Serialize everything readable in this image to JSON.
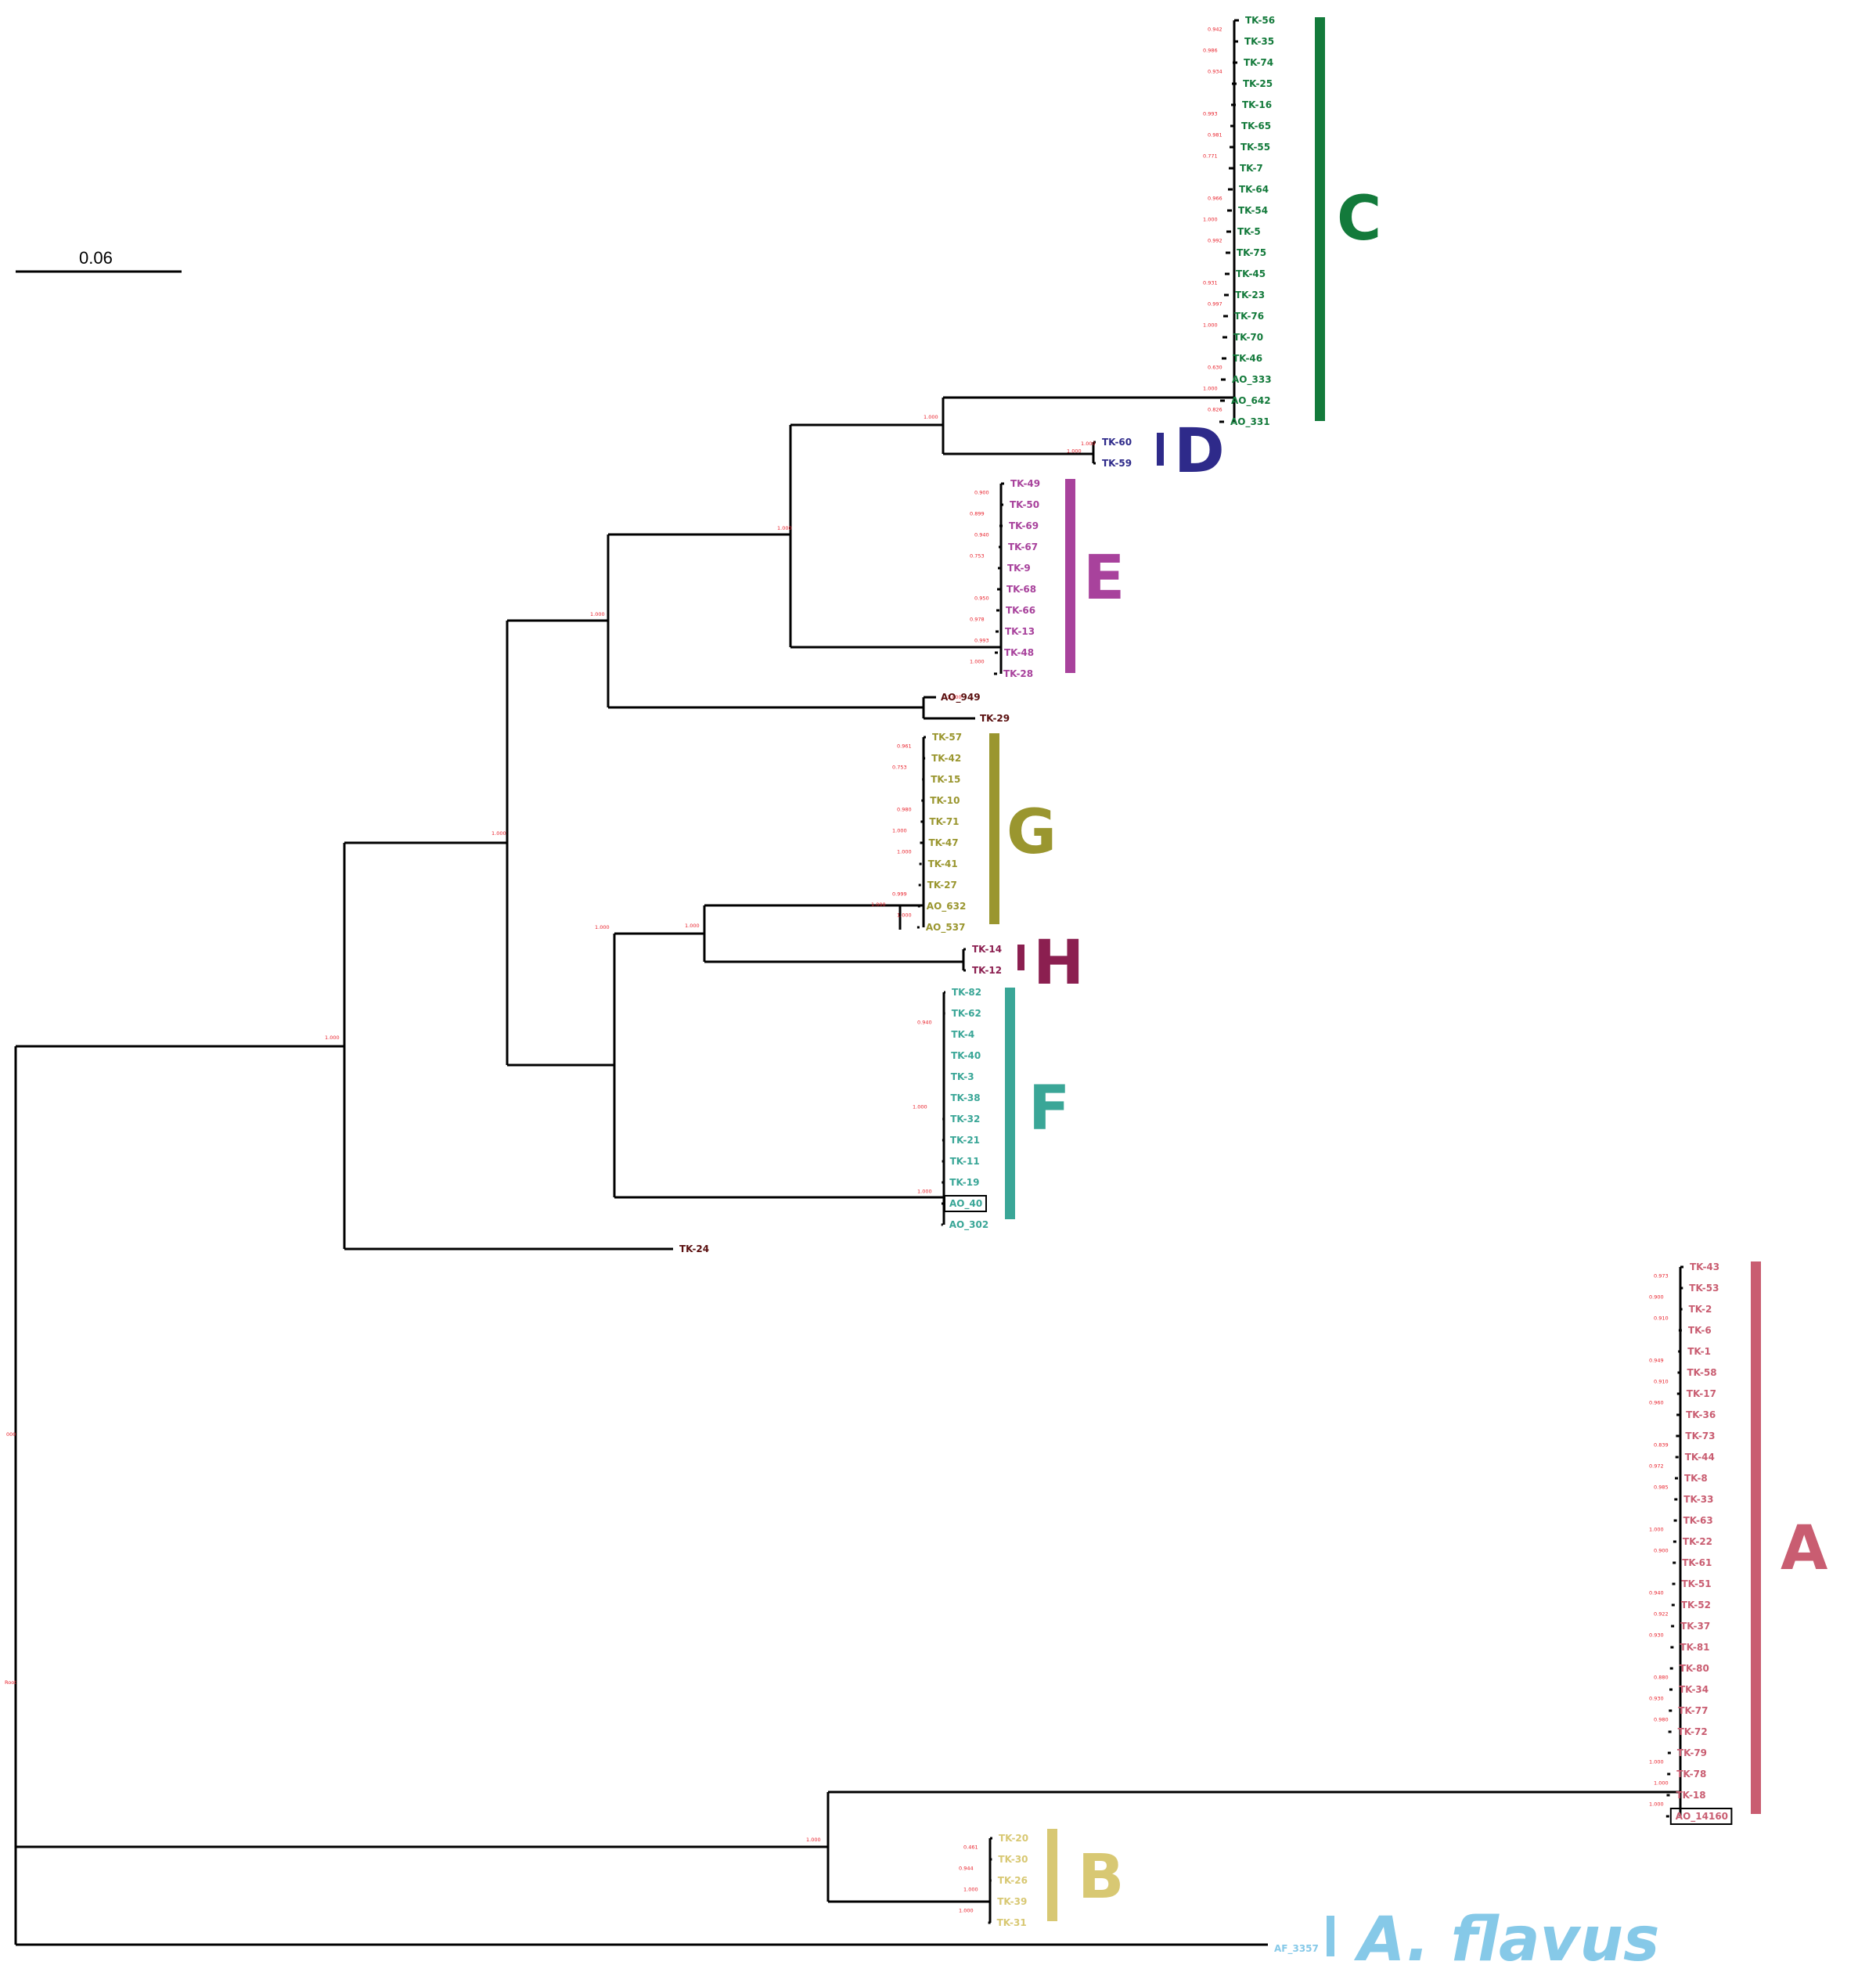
{
  "scale_bar": {
    "label": "0.06"
  },
  "colors": {
    "C": "#137a3b",
    "D": "#2e2a8a",
    "E": "#a8429c",
    "G": "#9a962f",
    "H": "#8b1f50",
    "F": "#3aa697",
    "A": "#c95d71",
    "B": "#d8c873",
    "flavus": "#86c9e8",
    "outlier": "#5a0f0f",
    "support": "#e8202a"
  },
  "clades": [
    {
      "id": "C",
      "label": "C",
      "color": "#137a3b",
      "tips": [
        "TK-56",
        "TK-35",
        "TK-74",
        "TK-25",
        "TK-16",
        "TK-65",
        "TK-55",
        "TK-7",
        "TK-64",
        "TK-54",
        "TK-5",
        "TK-75",
        "TK-45",
        "TK-23",
        "TK-76",
        "TK-70",
        "TK-46",
        "AO_333",
        "AO_642",
        "AO_331"
      ]
    },
    {
      "id": "D",
      "label": "D",
      "color": "#2e2a8a",
      "tips": [
        "TK-60",
        "TK-59"
      ]
    },
    {
      "id": "E",
      "label": "E",
      "color": "#a8429c",
      "tips": [
        "TK-49",
        "TK-50",
        "TK-69",
        "TK-67",
        "TK-9",
        "TK-68",
        "TK-66",
        "TK-13",
        "TK-48",
        "TK-28"
      ]
    },
    {
      "id": "G",
      "label": "G",
      "color": "#9a962f",
      "tips": [
        "TK-57",
        "TK-42",
        "TK-15",
        "TK-10",
        "TK-71",
        "TK-47",
        "TK-41",
        "TK-27",
        "AO_632",
        "AO_537"
      ]
    },
    {
      "id": "H",
      "label": "H",
      "color": "#8b1f50",
      "tips": [
        "TK-14",
        "TK-12"
      ]
    },
    {
      "id": "F",
      "label": "F",
      "color": "#3aa697",
      "tips": [
        "TK-82",
        "TK-62",
        "TK-4",
        "TK-40",
        "TK-3",
        "TK-38",
        "TK-32",
        "TK-21",
        "TK-11",
        "TK-19",
        "AO_40",
        "AO_302"
      ]
    },
    {
      "id": "A",
      "label": "A",
      "color": "#c95d71",
      "tips": [
        "TK-43",
        "TK-53",
        "TK-2",
        "TK-6",
        "TK-1",
        "TK-58",
        "TK-17",
        "TK-36",
        "TK-73",
        "TK-44",
        "TK-8",
        "TK-33",
        "TK-63",
        "TK-22",
        "TK-61",
        "TK-51",
        "TK-52",
        "TK-37",
        "TK-81",
        "TK-80",
        "TK-34",
        "TK-77",
        "TK-72",
        "TK-79",
        "TK-78",
        "TK-18",
        "AO_14160"
      ]
    },
    {
      "id": "B",
      "label": "B",
      "color": "#d8c873",
      "tips": [
        "TK-20",
        "TK-30",
        "TK-26",
        "TK-39",
        "TK-31"
      ]
    },
    {
      "id": "flavus",
      "label": "A. flavus",
      "color": "#86c9e8",
      "tips": [
        "AF_3357"
      ]
    }
  ],
  "ungrouped_tips": [
    "AO_949",
    "TK-29",
    "TK-24"
  ],
  "boxed_tips": [
    "AO_40",
    "AO_14160"
  ],
  "support_values": {
    "C": [
      "0.942",
      "0.986",
      "0.934",
      "0.993",
      "0.981",
      "0.771",
      "0.966",
      "1.000",
      "0.992",
      "0.931",
      "0.997",
      "1.000",
      "0.630",
      "1.000",
      "0.826"
    ],
    "D": [
      "1.000"
    ],
    "E": [
      "0.900",
      "0.899",
      "0.940",
      "0.753",
      "0.950",
      "0.978",
      "0.993",
      "1.000"
    ],
    "G": [
      "0.961",
      "0.753",
      "0.980",
      "1.000",
      "1.000",
      "0.999",
      "1.000"
    ],
    "F": [
      "0.940",
      "1.000",
      "1.000"
    ],
    "A": [
      "0.973",
      "0.900",
      "0.910",
      "0.949",
      "0.910",
      "0.960",
      "0.839",
      "0.972",
      "0.985",
      "1.000",
      "0.900",
      "0.940",
      "0.922",
      "0.930",
      "0.880",
      "0.930",
      "0.980",
      "1.000",
      "1.000",
      "1.000"
    ],
    "B": [
      "0.461",
      "0.944",
      "1.000",
      "1.000"
    ],
    "internal": [
      "1.000",
      "1.000",
      "1.000",
      "1.000",
      "1.000",
      "1.000",
      "1.000",
      "1.000",
      "1.000",
      "1.000",
      "1.000"
    ],
    "root": [
      "000",
      "Root"
    ]
  }
}
